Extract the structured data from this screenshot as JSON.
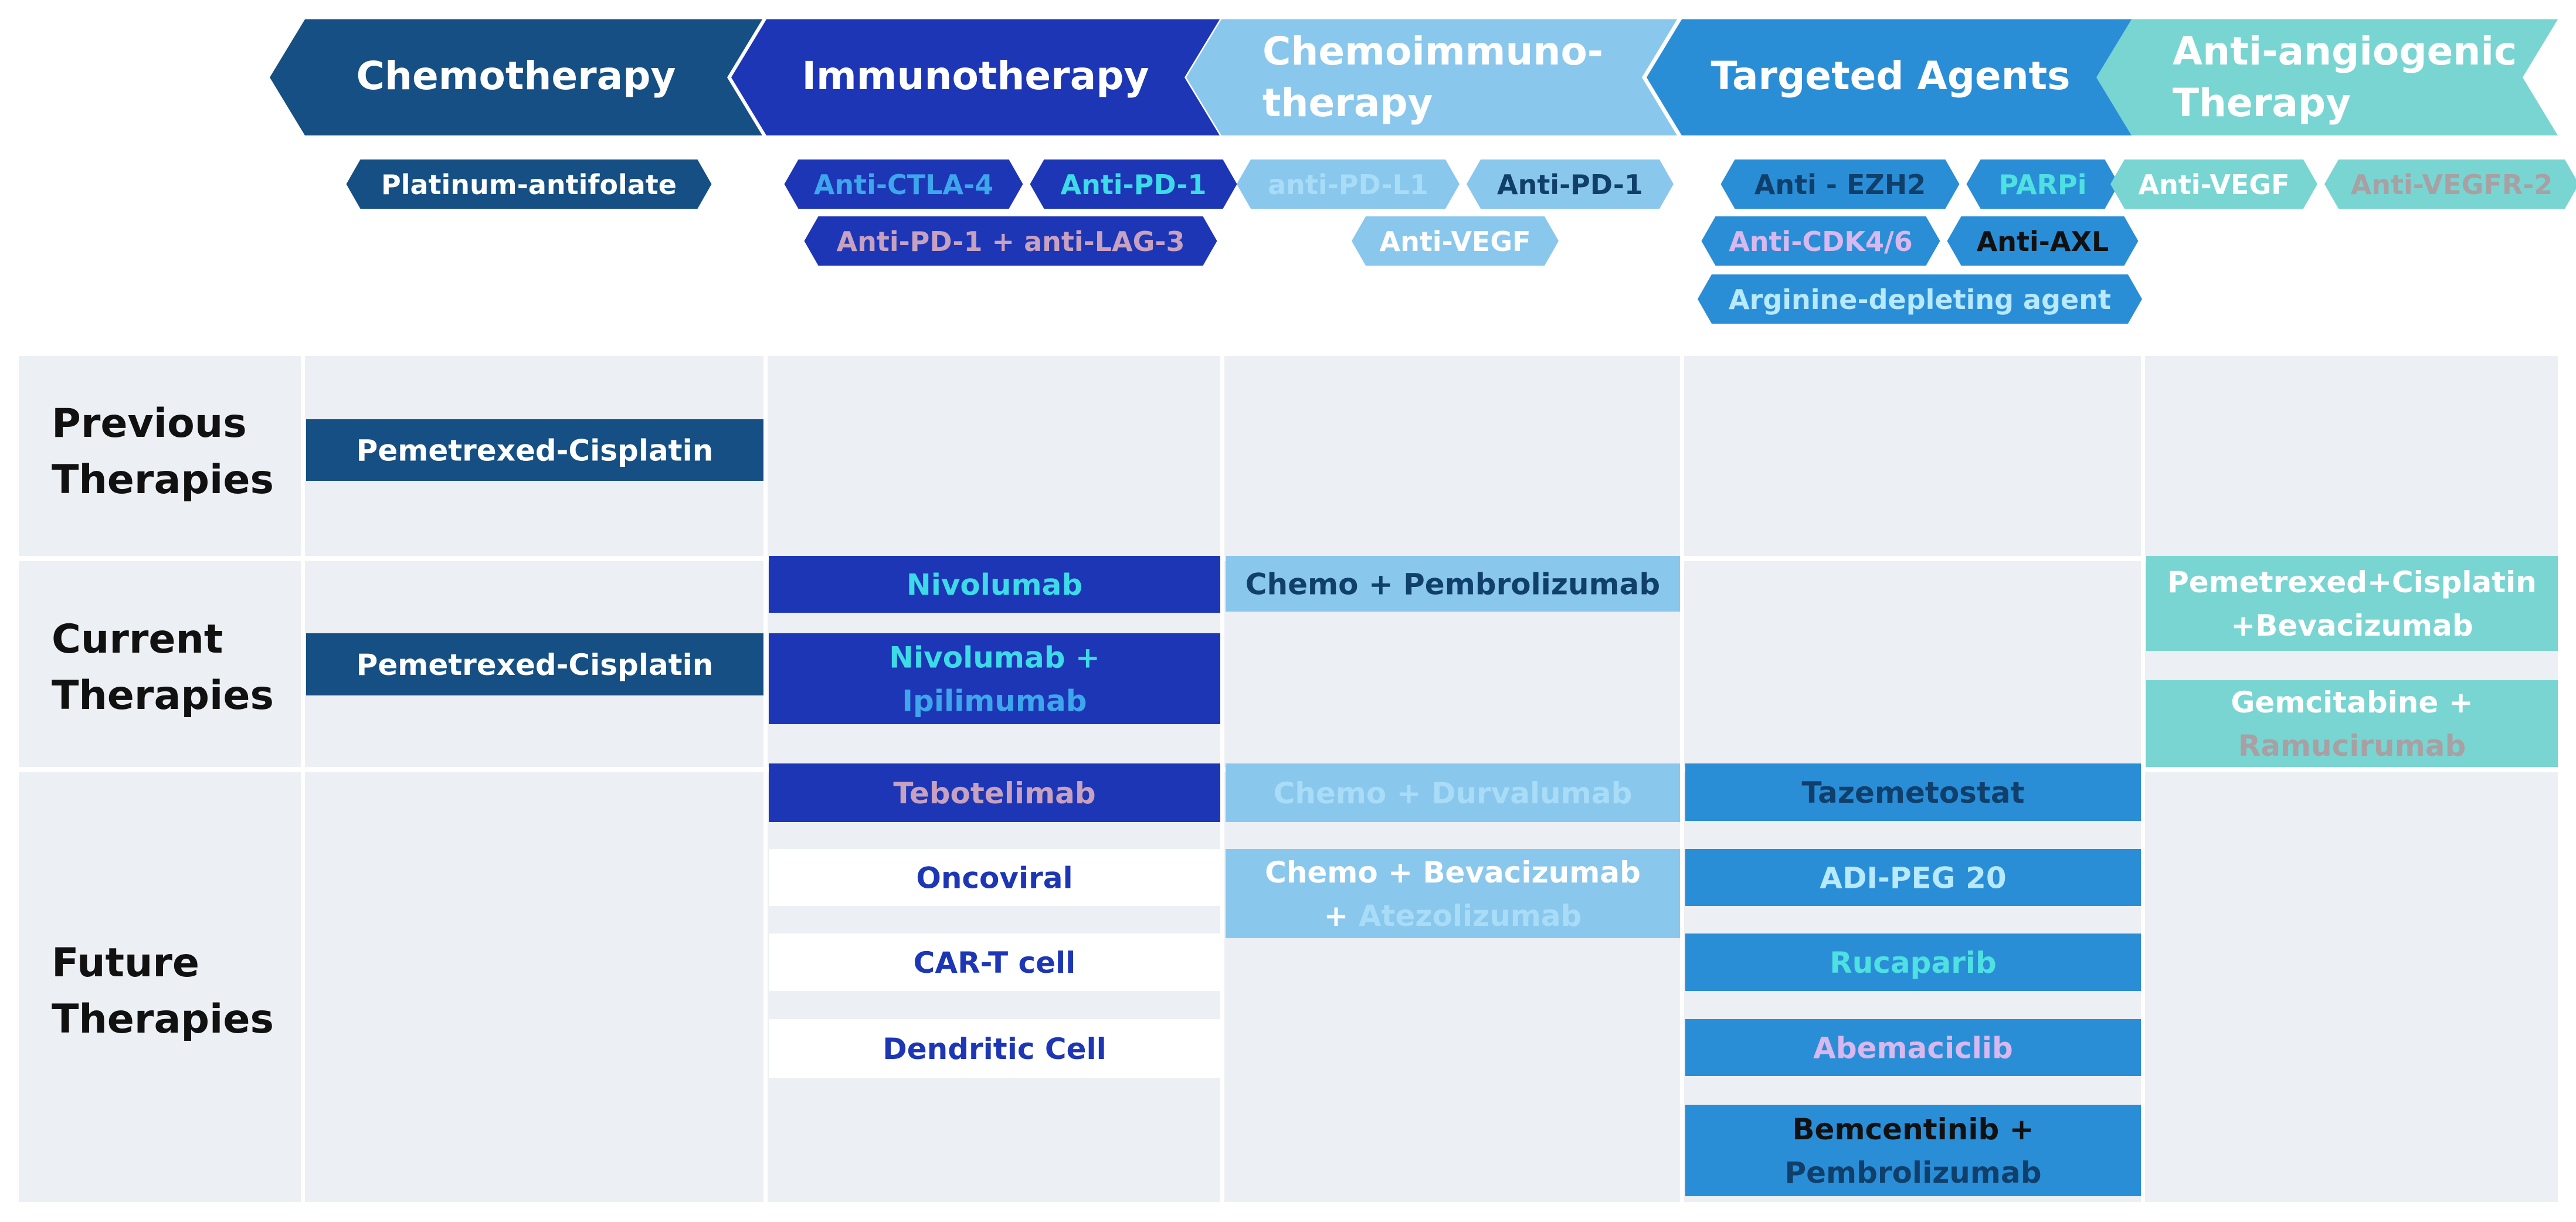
{
  "colors": {
    "chemo": "#154f83",
    "immuno": "#1d36b5",
    "chemoimmuno": "#8ac7ed",
    "targeted": "#2a8ed7",
    "antiangio": "#79d5d2",
    "row_bg": "#eceff3",
    "white": "#ffffff",
    "black": "#111111",
    "cyan": "#3ddbe8",
    "sky": "#3ea6ec",
    "mauve": "#c7a1c0",
    "gray_mauve": "#a8a0a3",
    "light_text": "#a8dcf7",
    "teal_text": "#4fe0e1",
    "pale_text": "#b7e9ff",
    "lilac_text": "#d8b8ef",
    "dark_blue": "#1d36b5",
    "teal_dark": "#0f3f6a"
  },
  "categories": [
    {
      "key": "chemo",
      "lines": [
        "Chemotherapy"
      ],
      "drugs": [
        [
          {
            "text": "Platinum-antifolate",
            "color": "white"
          }
        ]
      ]
    },
    {
      "key": "immuno",
      "lines": [
        "Immunotherapy"
      ],
      "drugs": [
        [
          {
            "text": "Anti-CTLA-4",
            "color": "sky"
          },
          {
            "text": "Anti-PD-1",
            "color": "cyan"
          }
        ],
        [
          {
            "text": "Anti-PD-1 + anti-LAG-3",
            "color": "mauve"
          }
        ]
      ]
    },
    {
      "key": "chemoimmuno",
      "lines": [
        "Chemoimmuno-",
        "therapy"
      ],
      "drugs": [
        [
          {
            "text": "anti-PD-L1",
            "color": "light_text"
          },
          {
            "text": "Anti-PD-1",
            "color": "teal_dark"
          }
        ],
        [
          {
            "text": "Anti-VEGF",
            "color": "white"
          }
        ]
      ]
    },
    {
      "key": "targeted",
      "lines": [
        "Targeted Agents"
      ],
      "drugs": [
        [
          {
            "text": "Anti - EZH2",
            "color": "teal_dark"
          },
          {
            "text": "PARPi",
            "color": "teal_text"
          }
        ],
        [
          {
            "text": "Anti-CDK4/6",
            "color": "lilac_text"
          },
          {
            "text": "Anti-AXL",
            "color": "black"
          }
        ],
        [
          {
            "text": "Arginine-depleting agent",
            "color": "pale_text"
          }
        ]
      ]
    },
    {
      "key": "antiangio",
      "lines": [
        "Anti-angiogenic",
        "Therapy"
      ],
      "drugs": [
        [
          {
            "text": "Anti-VEGF",
            "color": "white"
          },
          {
            "text": "Anti-VEGFR-2",
            "color": "gray_mauve"
          }
        ]
      ]
    }
  ],
  "rows": [
    {
      "key": "previous",
      "lines": [
        "Previous",
        "Therapies"
      ]
    },
    {
      "key": "current",
      "lines": [
        "Current",
        "Therapies"
      ]
    },
    {
      "key": "future",
      "lines": [
        "Future",
        "Therapies"
      ]
    }
  ],
  "therapies": [
    {
      "row": "previous",
      "col": "chemo",
      "slot": 0,
      "style": "chemo",
      "lines": [
        [
          {
            "text": "Pemetrexed-Cisplatin",
            "color": "white"
          }
        ]
      ]
    },
    {
      "row": "current",
      "col": "chemo",
      "slot": 0,
      "style": "chemo",
      "lines": [
        [
          {
            "text": "Pemetrexed-Cisplatin",
            "color": "white"
          }
        ]
      ]
    },
    {
      "row": "current",
      "col": "immuno",
      "slot": 0,
      "style": "immuno",
      "lines": [
        [
          {
            "text": "Nivolumab",
            "color": "cyan"
          }
        ]
      ]
    },
    {
      "row": "current",
      "col": "immuno",
      "slot": 1,
      "style": "immuno",
      "lines": [
        [
          {
            "text": "Nivolumab +",
            "color": "cyan"
          }
        ],
        [
          {
            "text": "Ipilimumab",
            "color": "sky"
          }
        ]
      ]
    },
    {
      "row": "current",
      "col": "chemoimmuno",
      "slot": 0,
      "style": "chemoimmuno",
      "lines": [
        [
          {
            "text": "Chemo + Pembrolizumab",
            "color": "teal_dark"
          }
        ]
      ]
    },
    {
      "row": "current",
      "col": "antiangio",
      "slot": 0,
      "style": "antiangio",
      "lines": [
        [
          {
            "text": "Pemetrexed+Cisplatin",
            "color": "white"
          }
        ],
        [
          {
            "text": "+Bevacizumab",
            "color": "white"
          }
        ]
      ]
    },
    {
      "row": "current",
      "col": "antiangio",
      "slot": 1,
      "style": "antiangio",
      "lines": [
        [
          {
            "text": "Gemcitabine +",
            "color": "white"
          }
        ],
        [
          {
            "text": "Ramucirumab",
            "color": "gray_mauve"
          }
        ]
      ]
    },
    {
      "row": "future",
      "col": "immuno",
      "slot": 0,
      "style": "immuno",
      "lines": [
        [
          {
            "text": "Tebotelimab",
            "color": "mauve"
          }
        ]
      ]
    },
    {
      "row": "future",
      "col": "immuno",
      "slot": 1,
      "style": "white",
      "lines": [
        [
          {
            "text": "Oncoviral",
            "color": "dark_blue"
          }
        ]
      ]
    },
    {
      "row": "future",
      "col": "immuno",
      "slot": 2,
      "style": "white",
      "lines": [
        [
          {
            "text": "CAR-T cell",
            "color": "dark_blue"
          }
        ]
      ]
    },
    {
      "row": "future",
      "col": "immuno",
      "slot": 3,
      "style": "white",
      "lines": [
        [
          {
            "text": "Dendritic Cell",
            "color": "dark_blue"
          }
        ]
      ]
    },
    {
      "row": "future",
      "col": "chemoimmuno",
      "slot": 0,
      "style": "chemoimmuno",
      "lines": [
        [
          {
            "text": "Chemo + Durvalumab",
            "color": "light_text"
          }
        ]
      ]
    },
    {
      "row": "future",
      "col": "chemoimmuno",
      "slot": 1,
      "style": "chemoimmuno",
      "lines": [
        [
          {
            "text": "Chemo + Bevacizumab",
            "color": "white"
          }
        ],
        [
          {
            "text": "+ ",
            "color": "white"
          },
          {
            "text": "Atezolizumab",
            "color": "light_text"
          }
        ]
      ]
    },
    {
      "row": "future",
      "col": "targeted",
      "slot": 0,
      "style": "targeted",
      "lines": [
        [
          {
            "text": "Tazemetostat",
            "color": "teal_dark"
          }
        ]
      ]
    },
    {
      "row": "future",
      "col": "targeted",
      "slot": 1,
      "style": "targeted",
      "lines": [
        [
          {
            "text": "ADI-PEG 20",
            "color": "pale_text"
          }
        ]
      ]
    },
    {
      "row": "future",
      "col": "targeted",
      "slot": 2,
      "style": "targeted",
      "lines": [
        [
          {
            "text": "Rucaparib",
            "color": "teal_text"
          }
        ]
      ]
    },
    {
      "row": "future",
      "col": "targeted",
      "slot": 3,
      "style": "targeted",
      "lines": [
        [
          {
            "text": "Abemaciclib",
            "color": "lilac_text"
          }
        ]
      ]
    },
    {
      "row": "future",
      "col": "targeted",
      "slot": 4,
      "style": "targeted",
      "lines": [
        [
          {
            "text": "Bemcentinib +",
            "color": "black"
          }
        ],
        [
          {
            "text": "Pembrolizumab",
            "color": "teal_dark"
          }
        ]
      ]
    }
  ]
}
